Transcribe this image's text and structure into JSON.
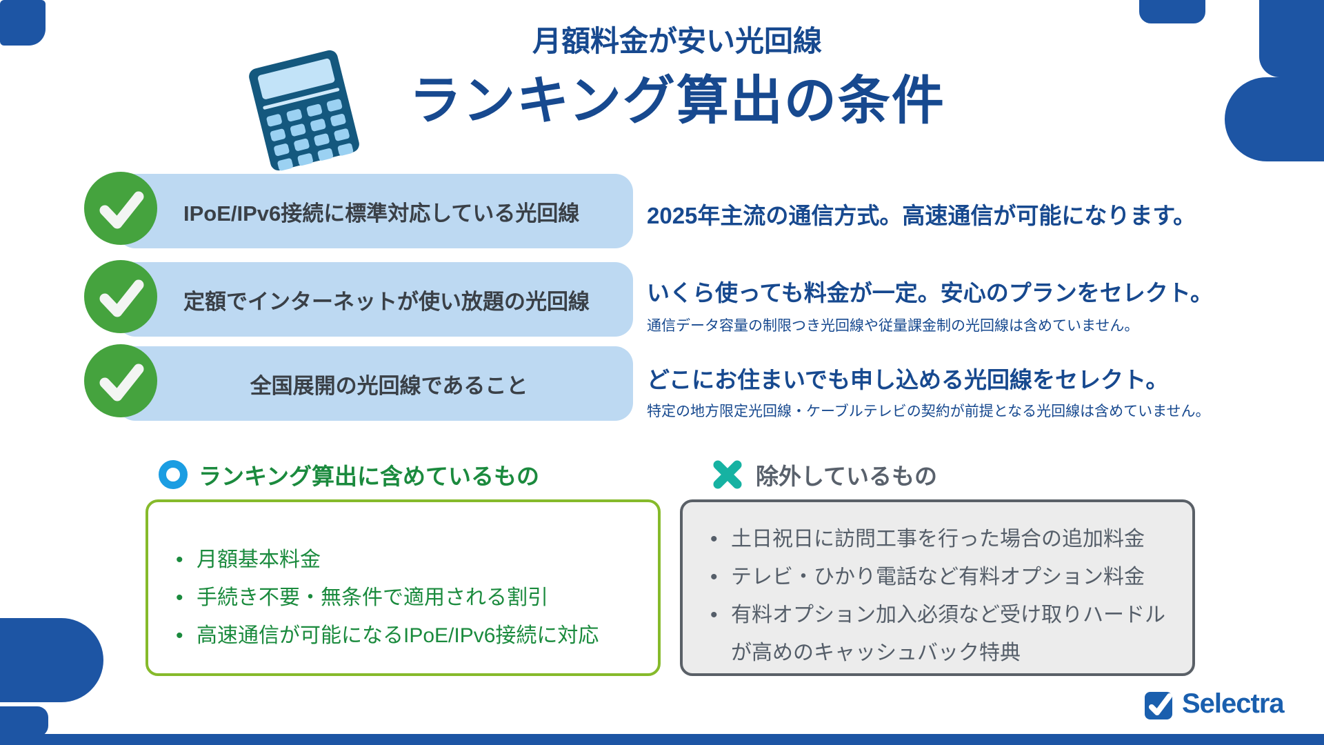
{
  "colors": {
    "brand_blue": "#1d55a4",
    "navy_text": "#17498f",
    "pill_blue": "#bdd9f2",
    "check_green": "#45a33e",
    "heading_green": "#1b8a3e",
    "included_border_green": "#86ba2b",
    "excluded_border_gray": "#5a6067",
    "excluded_fill_gray": "#ececec",
    "ring_blue": "#1b9de2",
    "cross_teal": "#16b2a2",
    "row_label_gray": "#3a4047",
    "calculator_body": "#14587e",
    "calculator_screen": "#c2e3f8",
    "brand_logo_blue": "#1a5fae"
  },
  "icons": {
    "header": "calculator-icon",
    "criteria_row": "check-circle-icon",
    "included": "circle-ring-icon",
    "excluded": "cross-icon",
    "brand": "check-square-icon"
  },
  "header": {
    "subtitle": "月額料金が安い光回線",
    "title": "ランキング算出の条件"
  },
  "criteria_rows": [
    {
      "label": "IPoE/IPv6接続に標準対応している光回線",
      "desc": "2025年主流の通信方式。高速通信が可能になります。",
      "note": ""
    },
    {
      "label": "定額でインターネットが使い放題の光回線",
      "desc": "いくら使っても料金が一定。安心のプランをセレクト。",
      "note": "通信データ容量の制限つき光回線や従量課金制の光回線は含めていません。"
    },
    {
      "label": "全国展開の光回線であること",
      "desc": "どこにお住まいでも申し込める光回線をセレクト。",
      "note": "特定の地方限定光回線・ケーブルテレビの契約が前提となる光回線は含めていません。"
    }
  ],
  "included": {
    "heading": "ランキング算出に含めているもの",
    "items": [
      "月額基本料金",
      "手続き不要・無条件で適用される割引",
      "高速通信が可能になるIPoE/IPv6接続に対応"
    ]
  },
  "excluded": {
    "heading": "除外しているもの",
    "items": [
      "土日祝日に訪問工事を行った場合の追加料金",
      "テレビ・ひかり電話など有料オプション料金",
      "有料オプション加入必須など受け取りハードルが高めのキャッシュバック特典"
    ]
  },
  "brand": {
    "name": "Selectra"
  }
}
